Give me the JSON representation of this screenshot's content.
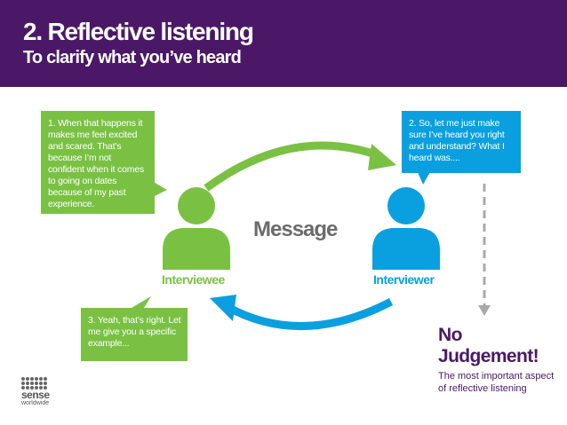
{
  "header": {
    "title": "2. Reflective listening",
    "subtitle": "To clarify what you’ve heard"
  },
  "bubbles": {
    "interviewee_feeling": "1. When that happens it makes me feel excited and scared. That’s because I’m not confident when it comes to going on dates because of my past experience.",
    "interviewer_check": "2. So, let me just make sure I’ve heard you right and understand? What I heard was....",
    "interviewee_confirm": "3. Yeah, that’s right. Let me give you a specific example..."
  },
  "center": {
    "message": "Message"
  },
  "people": {
    "interviewee": "Interviewee",
    "interviewer": "Interviewer"
  },
  "callout": {
    "headline_1": "No",
    "headline_2": "Judgement!",
    "description": "The most important aspect of reflective listening"
  },
  "logo": {
    "word": "sense",
    "sub": "worldwide"
  },
  "colors": {
    "purple": "#4b1867",
    "green": "#7ac143",
    "blue": "#0aa0e0",
    "gray": "#6b6b6b"
  },
  "icons": [
    "person-icon",
    "arrow-right-icon",
    "arrow-left-icon",
    "dashed-arrow-down-icon"
  ]
}
